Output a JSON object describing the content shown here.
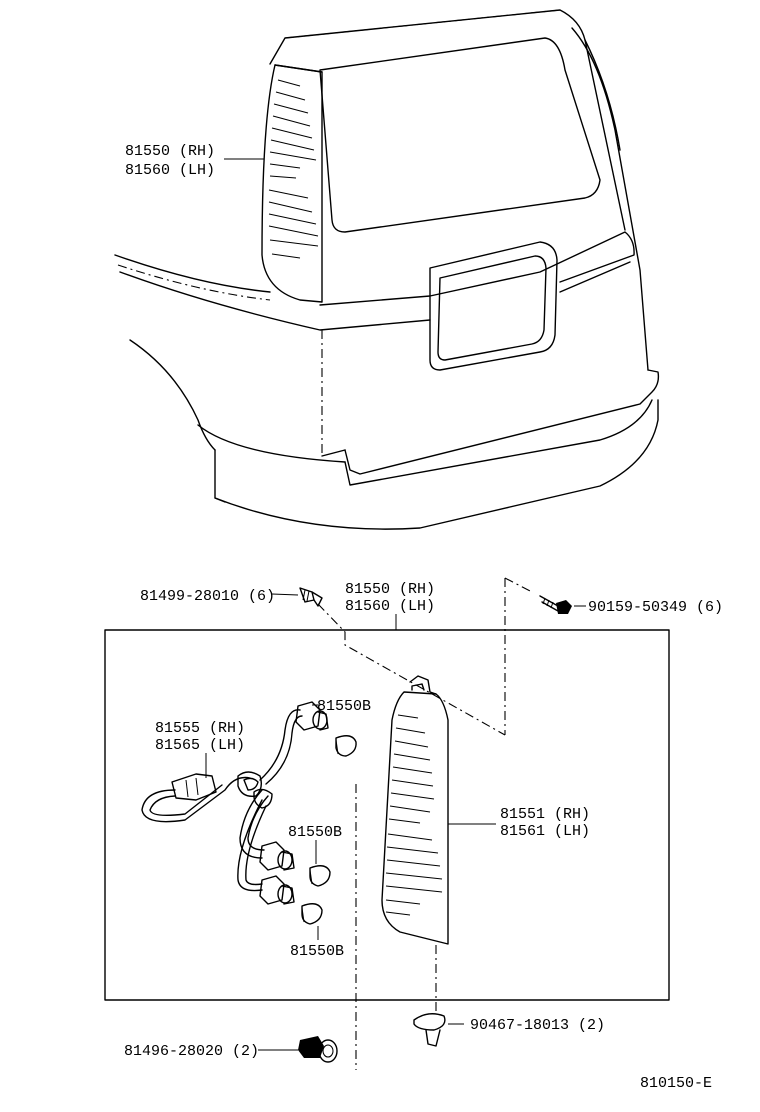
{
  "callouts": {
    "top_lamp_rh": "81550 (RH)",
    "top_lamp_lh": "81560 (LH)",
    "screw_part": "81499-28010 (6)",
    "assy_rh": "81550 (RH)",
    "assy_lh": "81560 (LH)",
    "bolt_part": "90159-50349 (6)",
    "bulb_top": "81550B",
    "socket_rh": "81555 (RH)",
    "socket_lh": "81565 (LH)",
    "lens_rh": "81551 (RH)",
    "lens_lh": "81561 (LH)",
    "bulb_mid": "81550B",
    "bulb_bottom": "81550B",
    "clip_part": "90467-18013 (2)",
    "plug_part": "81496-28020 (2)",
    "figure_code": "810150-E"
  },
  "icons": [
    "screw-icon",
    "bolt-icon",
    "clip-icon",
    "plug-icon",
    "bulb-icon",
    "socket-icon",
    "connector-icon"
  ]
}
